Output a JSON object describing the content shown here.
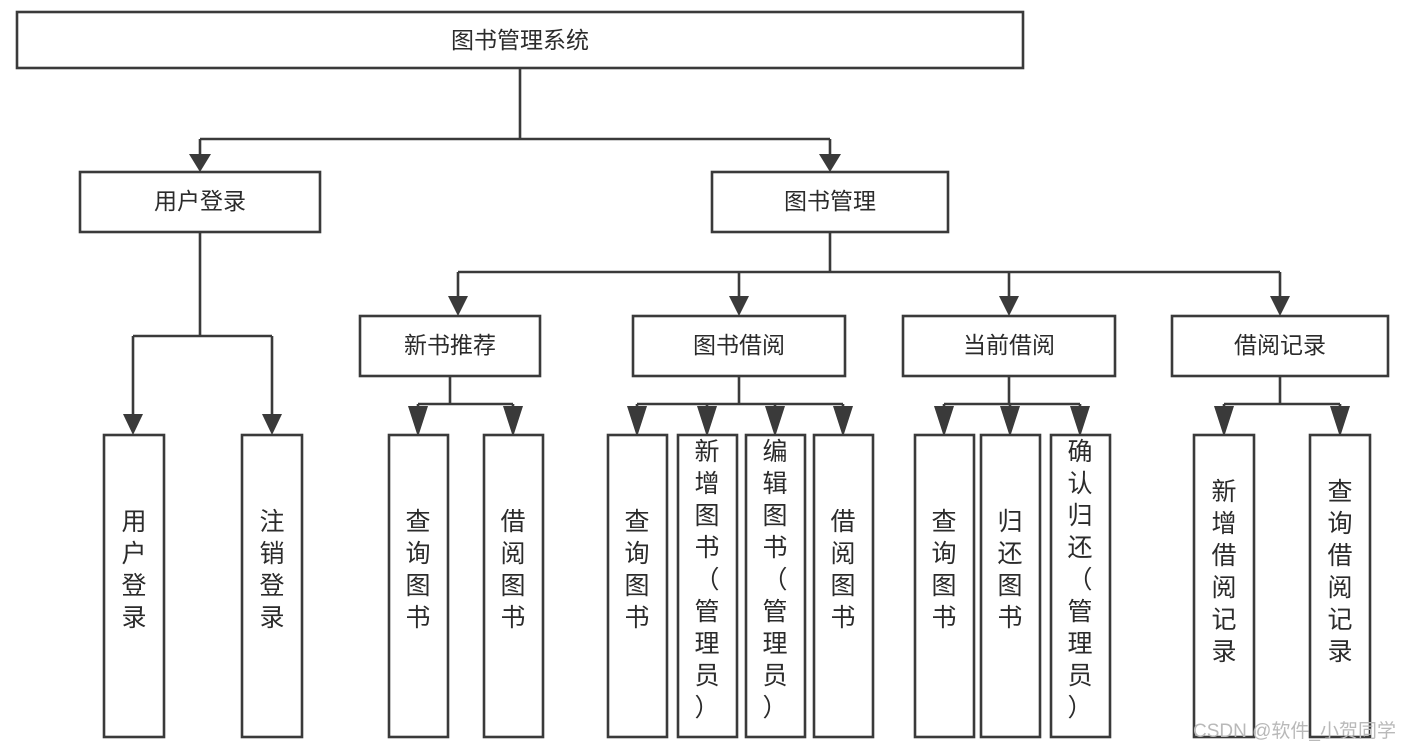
{
  "diagram": {
    "type": "tree-hierarchy",
    "title": "图书管理系统",
    "orientation": "top-down",
    "colors": {
      "box_fill": "#ffffff",
      "box_stroke": "#3a3a3a",
      "text": "#2b2b2b",
      "background": "#ffffff",
      "watermark": "#b9b9b9"
    },
    "root": {
      "label": "图书管理系统"
    },
    "level2": [
      {
        "label": "用户登录"
      },
      {
        "label": "图书管理"
      }
    ],
    "level3": [
      {
        "label": "新书推荐"
      },
      {
        "label": "图书借阅"
      },
      {
        "label": "当前借阅"
      },
      {
        "label": "借阅记录"
      }
    ],
    "leaves": {
      "user_login": [
        {
          "label": "用户登录"
        },
        {
          "label": "注销登录"
        }
      ],
      "new_book_recommend": [
        {
          "label": "查询图书"
        },
        {
          "label": "借阅图书"
        }
      ],
      "book_borrow": [
        {
          "label": "查询图书"
        },
        {
          "label": "新增图书（管理员）"
        },
        {
          "label": "编辑图书（管理员）"
        },
        {
          "label": "借阅图书"
        }
      ],
      "current_borrow": [
        {
          "label": "查询图书"
        },
        {
          "label": "归还图书"
        },
        {
          "label": "确认归还（管理员）"
        }
      ],
      "borrow_record": [
        {
          "label": "新增借阅记录"
        },
        {
          "label": "查询借阅记录"
        }
      ]
    },
    "watermark": "CSDN @软件_小贺同学"
  }
}
